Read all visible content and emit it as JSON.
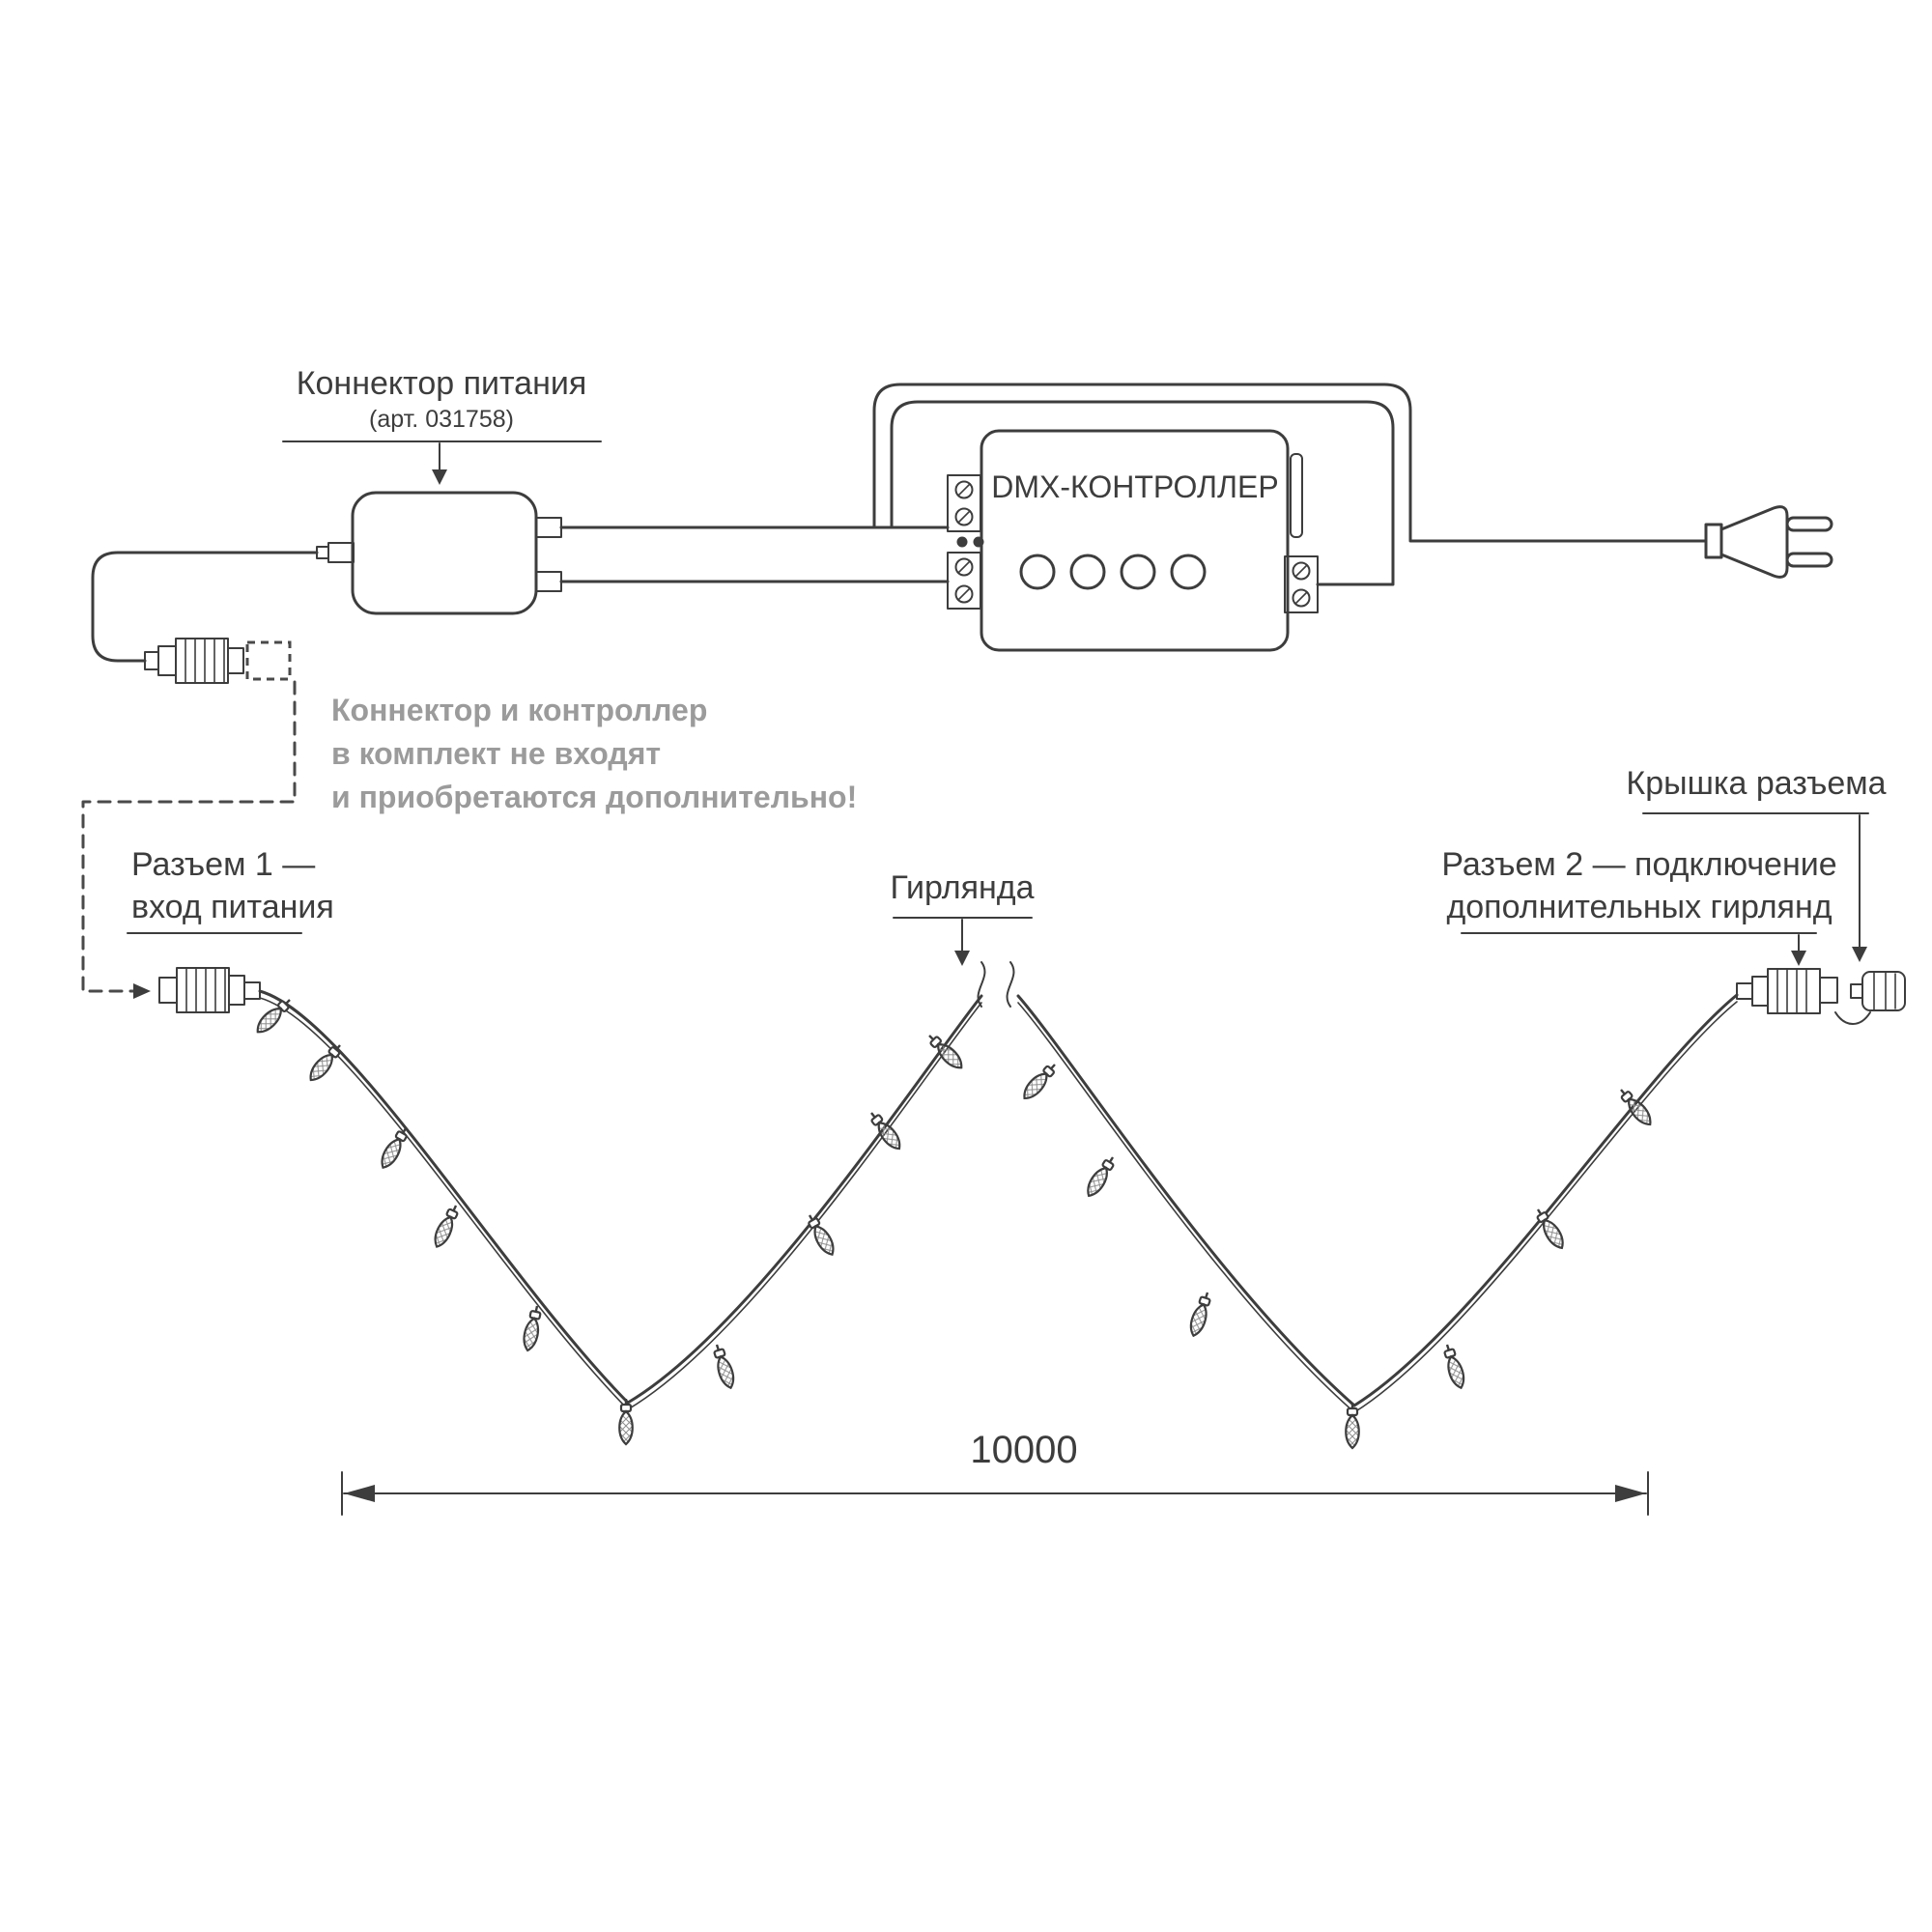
{
  "diagram": {
    "power_connector_label": {
      "title": "Коннектор питания",
      "subtitle": "(арт. 031758)"
    },
    "controller_label": "DMX-КОНТРОЛЛЕР",
    "note": {
      "line1": "Коннектор и контроллер",
      "line2": "в комплект не входят",
      "line3": "и приобретаются дополнительно!"
    },
    "connector1_label": {
      "line1": "Разъем 1 —",
      "line2": "вход питания"
    },
    "garland_label": "Гирлянда",
    "connector2_label": {
      "line1": "Разъем 2 — подключение",
      "line2": "дополнительных гирлянд"
    },
    "cap_label": "Крышка разъема",
    "dimension_label": "10000"
  },
  "colors": {
    "stroke": "#3d3d3d",
    "note_text": "#9b9b9b",
    "background": "#ffffff"
  }
}
